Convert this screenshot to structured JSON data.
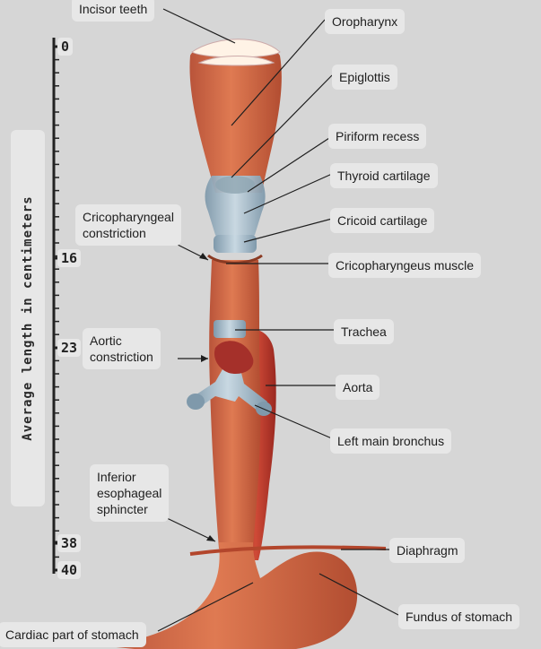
{
  "ruler": {
    "title": "Average length in centimeters",
    "marks": [
      "0",
      "16",
      "23",
      "38",
      "40"
    ]
  },
  "labels": {
    "incisor_teeth": "Incisor teeth",
    "oropharynx": "Oropharynx",
    "epiglottis": "Epiglottis",
    "piriform_recess": "Piriform recess",
    "thyroid_cartilage": "Thyroid cartilage",
    "cricopharyngeal_constriction": "Cricopharyngeal\nconstriction",
    "cricoid_cartilage": "Cricoid cartilage",
    "cricopharyngeus_muscle": "Cricopharyngeus muscle",
    "trachea": "Trachea",
    "aortic_constriction": "Aortic\nconstriction",
    "aorta": "Aorta",
    "left_main_bronchus": "Left main bronchus",
    "inferior_esophageal_sphincter": "Inferior\nesophageal\nsphincter",
    "diaphragm": "Diaphragm",
    "fundus_of_stomach": "Fundus of stomach",
    "cardiac_part_of_stomach": "Cardiac part of stomach"
  },
  "colors": {
    "esophagus": "#d26a45",
    "esophagus_shadow": "#a94a2c",
    "aorta": "#b7352a",
    "cartilage": "#9fb8c8",
    "background": "#d6d6d6"
  }
}
